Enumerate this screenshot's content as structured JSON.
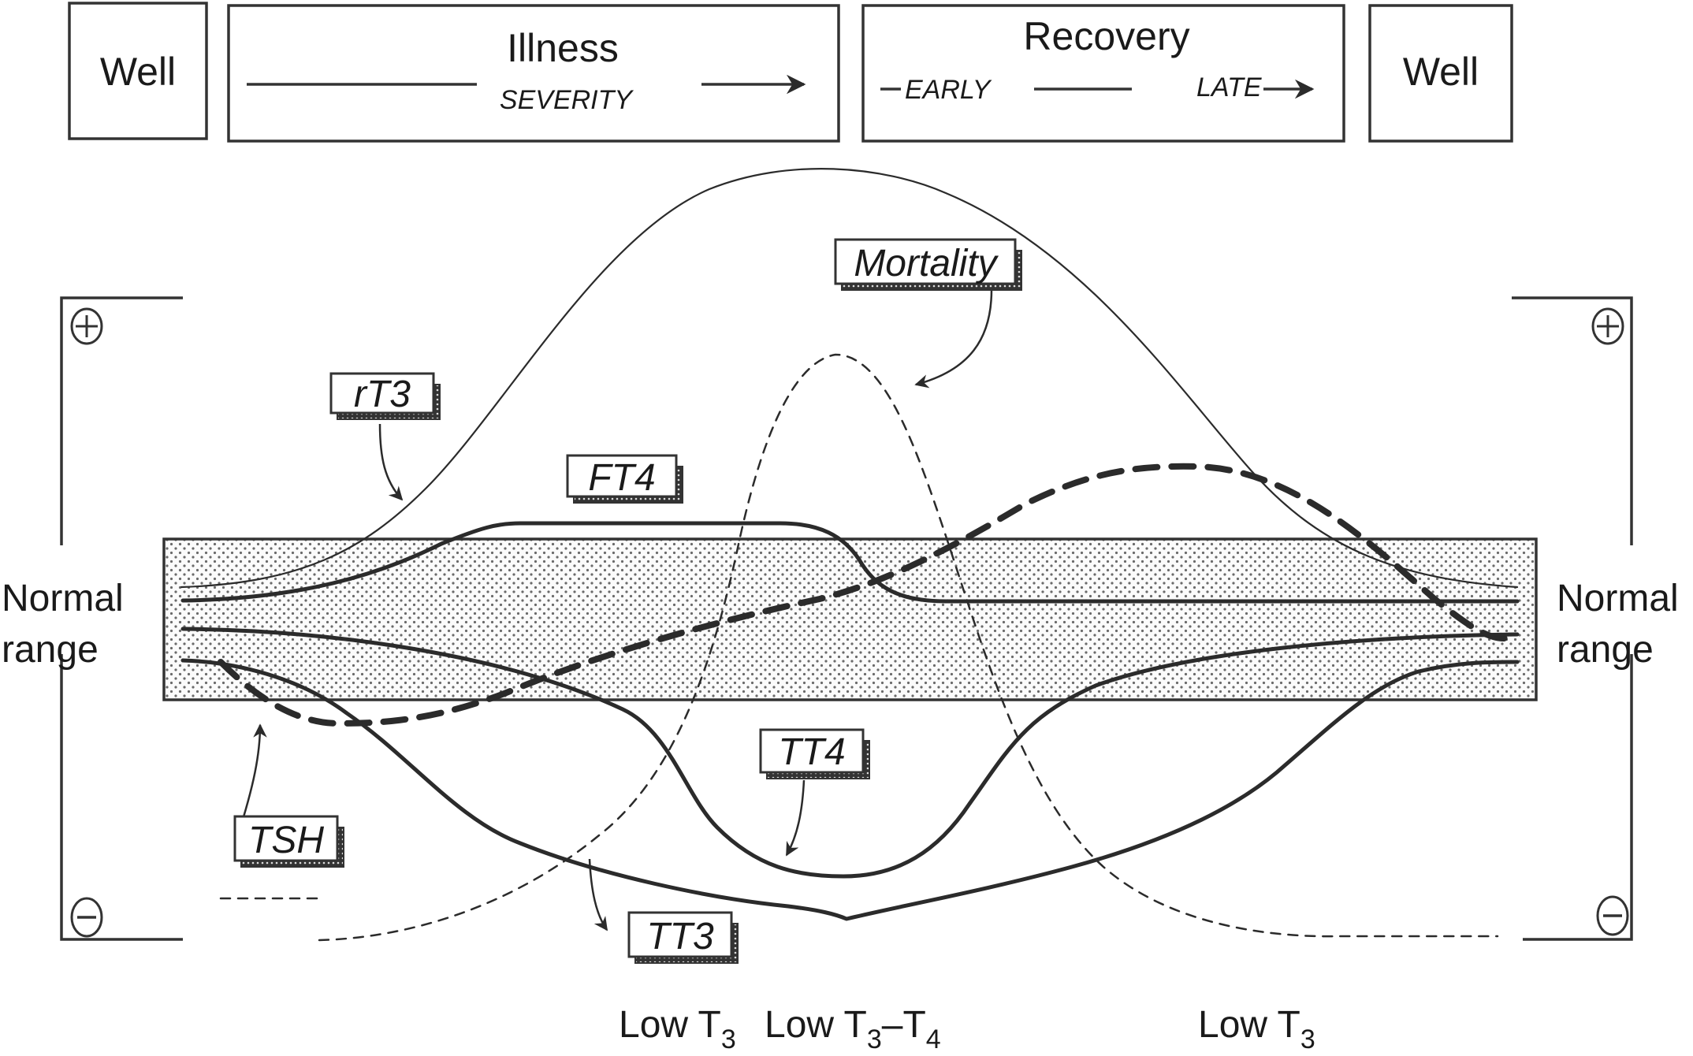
{
  "phases": {
    "well_left": "Well",
    "illness": {
      "title": "Illness",
      "axis_label": "SEVERITY"
    },
    "recovery": {
      "title": "Recovery",
      "early_label": "EARLY",
      "late_label": "LATE"
    },
    "well_right": "Well"
  },
  "axis": {
    "left_label_line1": "Normal",
    "left_label_line2": "range",
    "right_label_line1": "Normal",
    "right_label_line2": "range",
    "plus_symbol": "+",
    "minus_symbol": "−"
  },
  "curves": [
    {
      "id": "rT3",
      "label": "rT3",
      "style": "thin solid",
      "description": "rises above normal range, peaks at height of illness, returns to normal in late recovery"
    },
    {
      "id": "FT4",
      "label": "FT4",
      "style": "medium solid",
      "description": "rises slightly above normal early, then falls back into normal range"
    },
    {
      "id": "Mortality",
      "label": "Mortality",
      "style": "thin dashed",
      "description": "low at onset, peaks with severe illness, declines in recovery"
    },
    {
      "id": "TSH",
      "label": "TSH",
      "style": "thick dashed",
      "description": "dips slightly below normal during illness, rises above normal in early recovery, returns to normal"
    },
    {
      "id": "TT4",
      "label": "TT4",
      "style": "medium solid",
      "description": "falls below normal in severe illness, recovers to normal range"
    },
    {
      "id": "TT3",
      "label": "TT3",
      "style": "medium solid",
      "description": "falls early and deepest at peak illness, slowly recovers"
    }
  ],
  "bottom_labels": {
    "low_t3_a": {
      "main": "Low T",
      "sub": "3"
    },
    "low_t3_t4": {
      "main1": "Low T",
      "sub1": "3",
      "dash": "–T",
      "sub2": "4"
    },
    "low_t3_b": {
      "main": "Low T",
      "sub": "3"
    }
  }
}
